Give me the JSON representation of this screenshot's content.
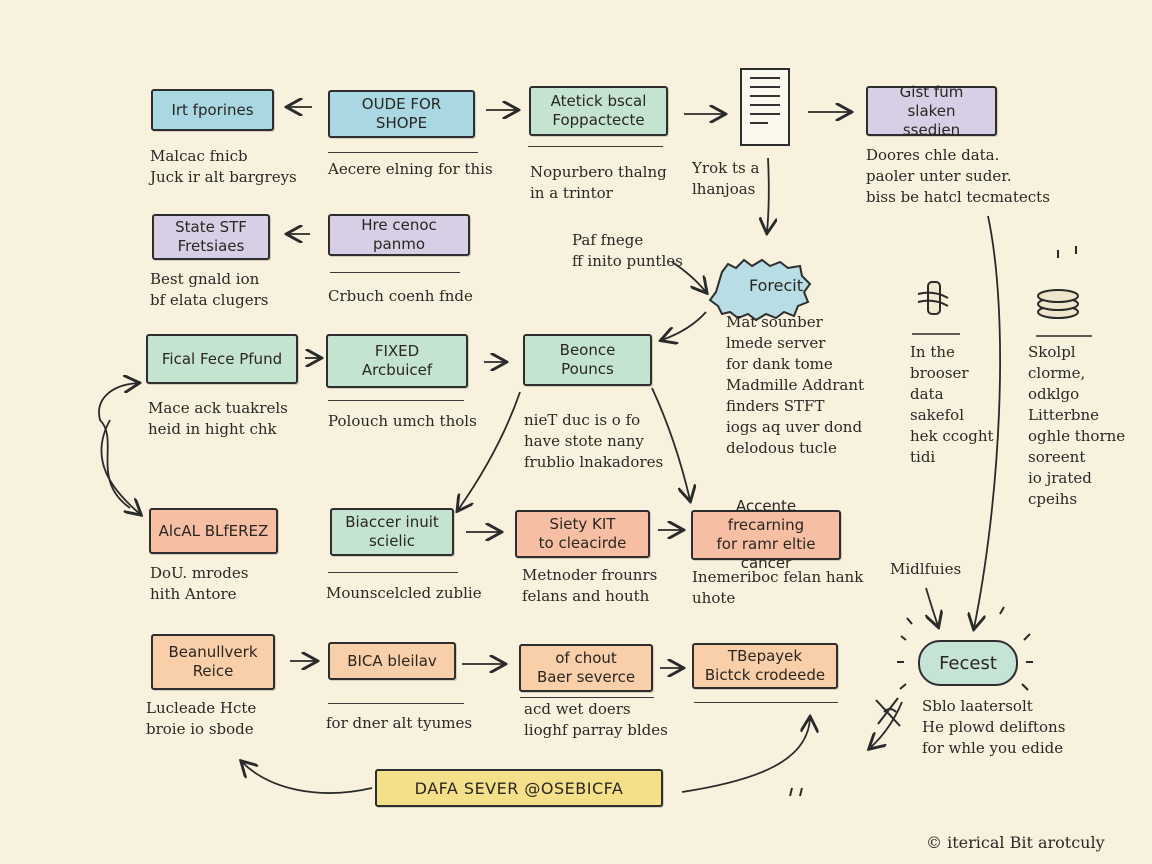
{
  "boxes": {
    "b1": "Irt fporines",
    "b2": "OUDE FOR SHOPE",
    "b3": "Atetick bscal\nFoppactecte",
    "b4": "Gist fum slaken\nssedien",
    "b5": "State STF\nFretsiaes",
    "b6": "Hre cenoc panmo",
    "b7": "Fical Fece Pfund",
    "b8": "FIXED\nArcbuicef",
    "b9": "Beonce Pouncs",
    "b10": "AlcAL BLfEREZ",
    "b11": "Biaccer inuit\nscielic",
    "b12": "Siety KIT\nto cleacirde",
    "b13": "Accente frecarning\nfor ramr eltie cancer",
    "b14": "Beanullverk\nReice",
    "b15": "BICA bleilav",
    "b16": "of chout\nBaer severce",
    "b17": "TBepayek\nBictck crodeede",
    "bottom": "DAFA SEVER @OSEBICFA",
    "cloud": "Forecit",
    "pill": "Fecest"
  },
  "notes": {
    "n1": "Malcac fnicb\nJuck ir alt bargreys",
    "n2": "Aecere elning for this",
    "n3": "Nopurbero thalng\nin a trintor",
    "n4": "Yrok ts a\nlhanjoas",
    "n5": "Doores chle data.\npaoler unter suder.\nbiss be hatcl tecmatects",
    "n6": "Best gnald ion\nbf elata clugers",
    "n7": "Crbuch coenh fnde",
    "n8": "Paf fnege\nff inito puntles",
    "n9": "Mace ack tuakrels\nheid in hight chk",
    "n10": "Polouch umch thols",
    "n11": "nieT duc is o fo\nhave stote nany\nfrublio lnakadores",
    "n12": "Mat sounber\nlmede server\nfor dank tome\nMadmille Addrant\nfinders STFT\niogs aq uver dond\ndelodous tucle",
    "n13": "In the\nbrooser\ndata\nsakefol\nhek ccoght\ntidi",
    "n14": "Skolpl\nclorme,\nodklgo\nLitterbne\noghle thorne\nsoreent\nio jrated\ncpeihs",
    "n15": "DoU. mrodes\nhith Antore",
    "n16": "Mounscelcled zublie",
    "n17": "Metnoder frounrs\nfelans and houth",
    "n18": "Inemeriboc felan hank\nuhote",
    "n19": "Midlfuies",
    "n20": "Lucleade Hcte\nbroie io sbode",
    "n21": "for dner alt tyumes",
    "n22": "acd wet doers\nlioghf parray bldes",
    "n23": "Sblo laatersolt\nHe plowd deliftons\nfor whle you edide",
    "footer": "© iterical Bit arotculy"
  },
  "colors": {
    "background": "#f7f1dd",
    "blue": "#a9d8e2",
    "green": "#c4e4cf",
    "purple": "#d8cfe6",
    "salmon": "#f6bfa4",
    "peach": "#f8cfa8",
    "yellow": "#f5e08a"
  },
  "icons": [
    "document-icon",
    "scroll-icon",
    "coin-stack-icon",
    "cross-icon",
    "sparkle-icon"
  ]
}
